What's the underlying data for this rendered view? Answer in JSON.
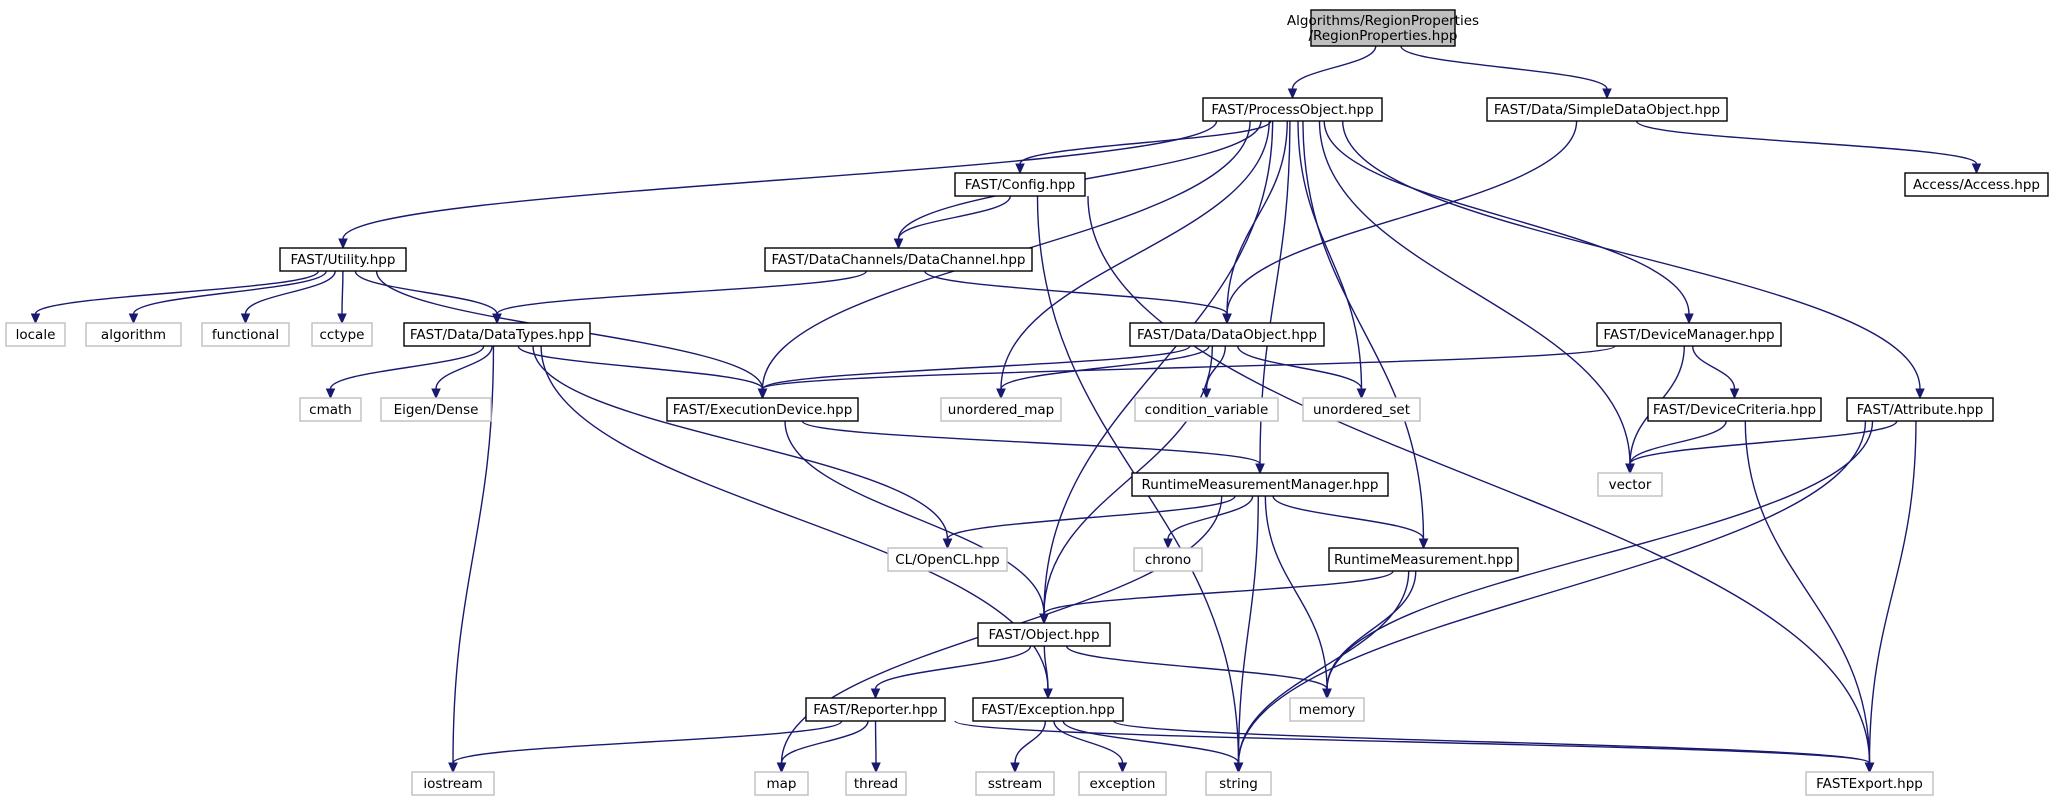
{
  "colors": {
    "edge": "#191970",
    "root_fill": "#bfbfbf",
    "project_border": "#000000",
    "system_border": "#bfbfbf",
    "background": "#ffffff"
  },
  "nodes": [
    {
      "id": "root",
      "lines": [
        "Algorithms/RegionProperties",
        "/RegionProperties.hpp"
      ],
      "kind": "root"
    },
    {
      "id": "process_object",
      "lines": [
        "FAST/ProcessObject.hpp"
      ],
      "kind": "project"
    },
    {
      "id": "simple_data_object",
      "lines": [
        "FAST/Data/SimpleDataObject.hpp"
      ],
      "kind": "project"
    },
    {
      "id": "access",
      "lines": [
        "Access/Access.hpp"
      ],
      "kind": "project"
    },
    {
      "id": "config",
      "lines": [
        "FAST/Config.hpp"
      ],
      "kind": "project"
    },
    {
      "id": "utility",
      "lines": [
        "FAST/Utility.hpp"
      ],
      "kind": "project"
    },
    {
      "id": "data_channel",
      "lines": [
        "FAST/DataChannels/DataChannel.hpp"
      ],
      "kind": "project"
    },
    {
      "id": "locale",
      "lines": [
        "locale"
      ],
      "kind": "system"
    },
    {
      "id": "algorithm",
      "lines": [
        "algorithm"
      ],
      "kind": "system"
    },
    {
      "id": "functional",
      "lines": [
        "functional"
      ],
      "kind": "system"
    },
    {
      "id": "cctype",
      "lines": [
        "cctype"
      ],
      "kind": "system"
    },
    {
      "id": "data_types",
      "lines": [
        "FAST/Data/DataTypes.hpp"
      ],
      "kind": "project"
    },
    {
      "id": "data_object",
      "lines": [
        "FAST/Data/DataObject.hpp"
      ],
      "kind": "project"
    },
    {
      "id": "device_manager",
      "lines": [
        "FAST/DeviceManager.hpp"
      ],
      "kind": "project"
    },
    {
      "id": "cmath",
      "lines": [
        "cmath"
      ],
      "kind": "system"
    },
    {
      "id": "eigen_dense",
      "lines": [
        "Eigen/Dense"
      ],
      "kind": "system"
    },
    {
      "id": "execution_device",
      "lines": [
        "FAST/ExecutionDevice.hpp"
      ],
      "kind": "project"
    },
    {
      "id": "unordered_map",
      "lines": [
        "unordered_map"
      ],
      "kind": "system"
    },
    {
      "id": "condition_variable",
      "lines": [
        "condition_variable"
      ],
      "kind": "system"
    },
    {
      "id": "unordered_set",
      "lines": [
        "unordered_set"
      ],
      "kind": "system"
    },
    {
      "id": "device_criteria",
      "lines": [
        "FAST/DeviceCriteria.hpp"
      ],
      "kind": "project"
    },
    {
      "id": "attribute",
      "lines": [
        "FAST/Attribute.hpp"
      ],
      "kind": "project"
    },
    {
      "id": "vector",
      "lines": [
        "vector"
      ],
      "kind": "system"
    },
    {
      "id": "runtime_measurement_manager",
      "lines": [
        "RuntimeMeasurementManager.hpp"
      ],
      "kind": "project"
    },
    {
      "id": "opencl",
      "lines": [
        "CL/OpenCL.hpp"
      ],
      "kind": "system"
    },
    {
      "id": "chrono",
      "lines": [
        "chrono"
      ],
      "kind": "system"
    },
    {
      "id": "runtime_measurement",
      "lines": [
        "RuntimeMeasurement.hpp"
      ],
      "kind": "project"
    },
    {
      "id": "object",
      "lines": [
        "FAST/Object.hpp"
      ],
      "kind": "project"
    },
    {
      "id": "memory",
      "lines": [
        "memory"
      ],
      "kind": "system"
    },
    {
      "id": "reporter",
      "lines": [
        "FAST/Reporter.hpp"
      ],
      "kind": "project"
    },
    {
      "id": "exception",
      "lines": [
        "FAST/Exception.hpp"
      ],
      "kind": "project"
    },
    {
      "id": "iostream",
      "lines": [
        "iostream"
      ],
      "kind": "system"
    },
    {
      "id": "map",
      "lines": [
        "map"
      ],
      "kind": "system"
    },
    {
      "id": "thread",
      "lines": [
        "thread"
      ],
      "kind": "system"
    },
    {
      "id": "sstream",
      "lines": [
        "sstream"
      ],
      "kind": "system"
    },
    {
      "id": "exception_std",
      "lines": [
        "exception"
      ],
      "kind": "system"
    },
    {
      "id": "string",
      "lines": [
        "string"
      ],
      "kind": "system"
    },
    {
      "id": "fast_export",
      "lines": [
        "FASTExport.hpp"
      ],
      "kind": "system"
    }
  ],
  "edges": [
    {
      "from": "root",
      "to": "process_object"
    },
    {
      "from": "root",
      "to": "simple_data_object"
    },
    {
      "from": "simple_data_object",
      "to": "access"
    },
    {
      "from": "simple_data_object",
      "to": "data_object"
    },
    {
      "from": "process_object",
      "to": "utility"
    },
    {
      "from": "process_object",
      "to": "config"
    },
    {
      "from": "process_object",
      "to": "data_channel"
    },
    {
      "from": "process_object",
      "to": "execution_device"
    },
    {
      "from": "process_object",
      "to": "object"
    },
    {
      "from": "process_object",
      "to": "unordered_map"
    },
    {
      "from": "process_object",
      "to": "data_object"
    },
    {
      "from": "process_object",
      "to": "unordered_set"
    },
    {
      "from": "process_object",
      "to": "runtime_measurement_manager"
    },
    {
      "from": "process_object",
      "to": "runtime_measurement"
    },
    {
      "from": "process_object",
      "to": "vector"
    },
    {
      "from": "process_object",
      "to": "device_manager"
    },
    {
      "from": "process_object",
      "to": "attribute"
    },
    {
      "from": "config",
      "to": "data_channel"
    },
    {
      "from": "config",
      "to": "string"
    },
    {
      "from": "config",
      "to": "fast_export"
    },
    {
      "from": "utility",
      "to": "locale"
    },
    {
      "from": "utility",
      "to": "algorithm"
    },
    {
      "from": "utility",
      "to": "functional"
    },
    {
      "from": "utility",
      "to": "cctype"
    },
    {
      "from": "utility",
      "to": "data_types"
    },
    {
      "from": "utility",
      "to": "execution_device"
    },
    {
      "from": "data_channel",
      "to": "data_types"
    },
    {
      "from": "data_channel",
      "to": "data_object"
    },
    {
      "from": "data_types",
      "to": "cmath"
    },
    {
      "from": "data_types",
      "to": "eigen_dense"
    },
    {
      "from": "data_types",
      "to": "execution_device"
    },
    {
      "from": "data_types",
      "to": "opencl"
    },
    {
      "from": "data_types",
      "to": "iostream"
    },
    {
      "from": "data_types",
      "to": "exception"
    },
    {
      "from": "data_object",
      "to": "execution_device"
    },
    {
      "from": "data_object",
      "to": "unordered_map"
    },
    {
      "from": "data_object",
      "to": "condition_variable"
    },
    {
      "from": "data_object",
      "to": "unordered_set"
    },
    {
      "from": "data_object",
      "to": "object"
    },
    {
      "from": "device_manager",
      "to": "execution_device"
    },
    {
      "from": "device_manager",
      "to": "device_criteria"
    },
    {
      "from": "device_manager",
      "to": "vector"
    },
    {
      "from": "device_criteria",
      "to": "vector"
    },
    {
      "from": "device_criteria",
      "to": "fast_export"
    },
    {
      "from": "attribute",
      "to": "vector"
    },
    {
      "from": "attribute",
      "to": "memory"
    },
    {
      "from": "attribute",
      "to": "string"
    },
    {
      "from": "attribute",
      "to": "fast_export"
    },
    {
      "from": "execution_device",
      "to": "runtime_measurement_manager"
    },
    {
      "from": "execution_device",
      "to": "object"
    },
    {
      "from": "runtime_measurement_manager",
      "to": "opencl"
    },
    {
      "from": "runtime_measurement_manager",
      "to": "chrono"
    },
    {
      "from": "runtime_measurement_manager",
      "to": "runtime_measurement"
    },
    {
      "from": "runtime_measurement_manager",
      "to": "map"
    },
    {
      "from": "runtime_measurement_manager",
      "to": "string"
    },
    {
      "from": "runtime_measurement_manager",
      "to": "memory"
    },
    {
      "from": "runtime_measurement",
      "to": "object"
    },
    {
      "from": "runtime_measurement",
      "to": "memory"
    },
    {
      "from": "runtime_measurement",
      "to": "string"
    },
    {
      "from": "object",
      "to": "reporter"
    },
    {
      "from": "object",
      "to": "exception"
    },
    {
      "from": "object",
      "to": "memory"
    },
    {
      "from": "reporter",
      "to": "iostream"
    },
    {
      "from": "reporter",
      "to": "map"
    },
    {
      "from": "reporter",
      "to": "thread"
    },
    {
      "from": "reporter",
      "to": "fast_export"
    },
    {
      "from": "exception",
      "to": "sstream"
    },
    {
      "from": "exception",
      "to": "exception_std"
    },
    {
      "from": "exception",
      "to": "string"
    },
    {
      "from": "exception",
      "to": "fast_export"
    }
  ]
}
